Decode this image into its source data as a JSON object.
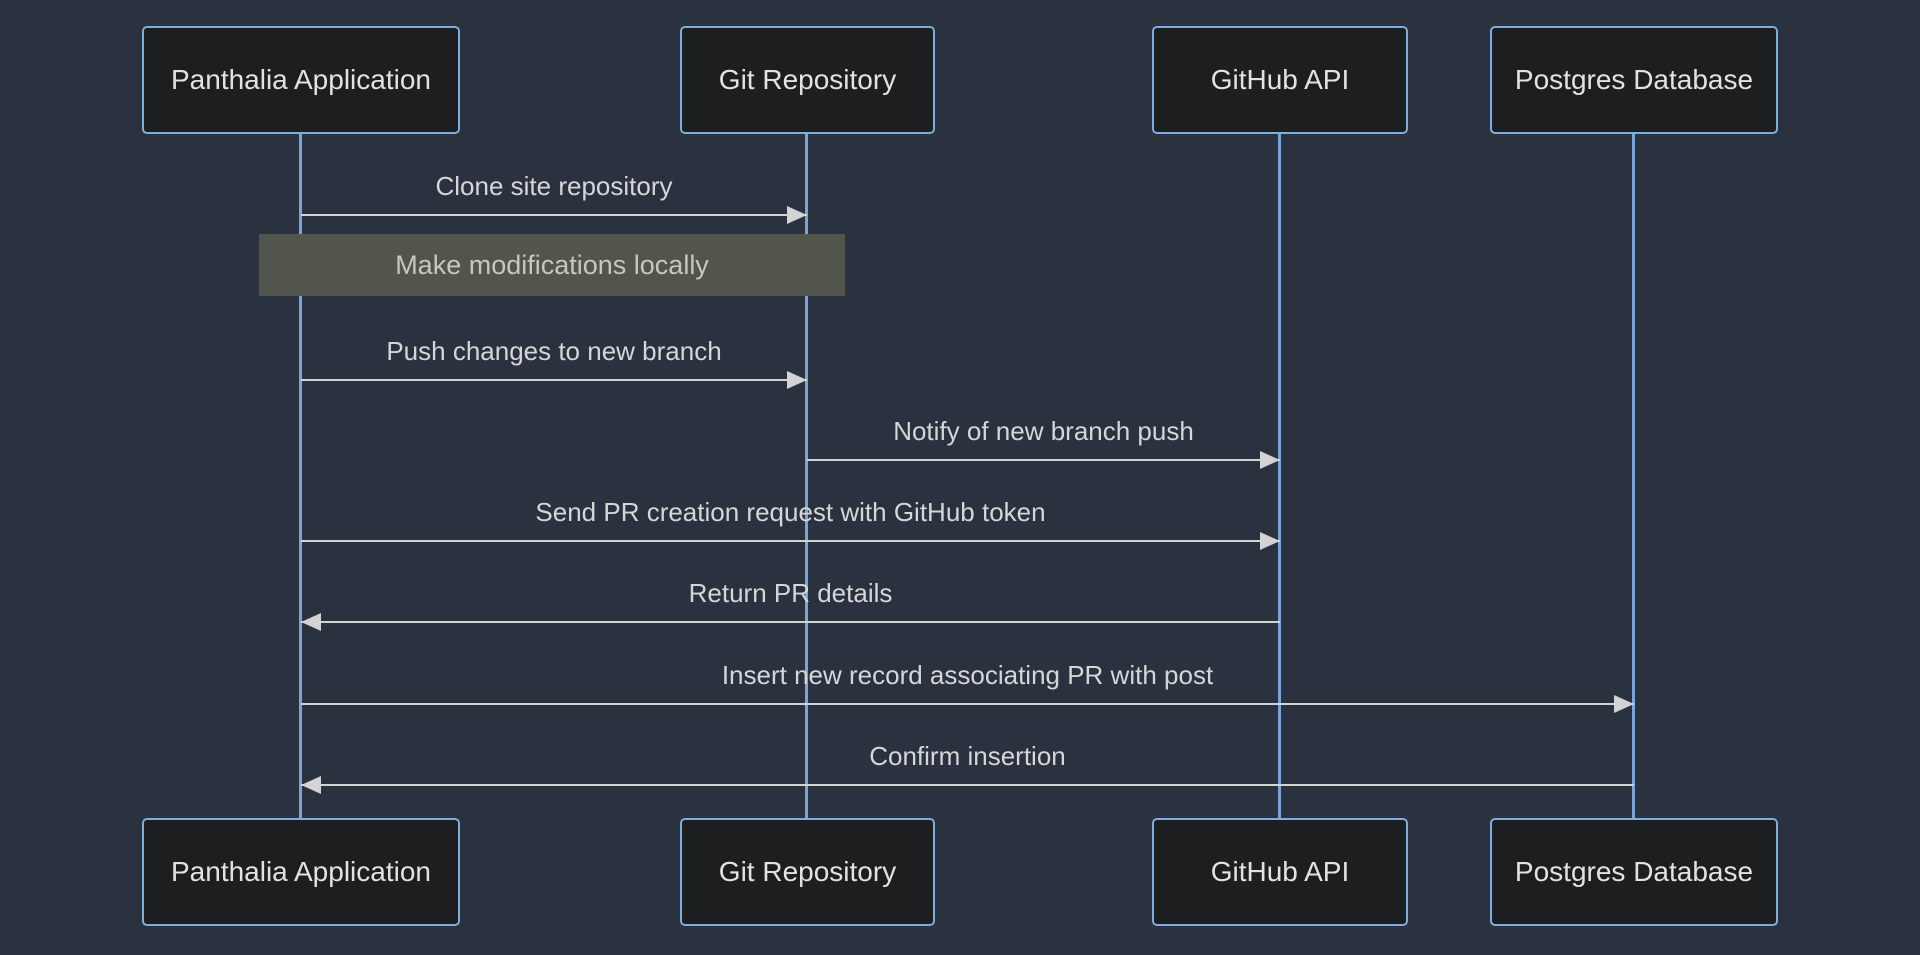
{
  "diagram_type": "sequence",
  "colors": {
    "background": "#2a313f",
    "actor_fill": "#1d1e20",
    "actor_border": "#7daee0",
    "actor_text": "#e2e2e2",
    "lifeline": "#7aa5d8",
    "signal": "#d3d3d3",
    "signal_text": "#d6d6d6",
    "note_fill": "#51554b",
    "note_text": "#c5c8c1"
  },
  "actors": [
    {
      "label": "Panthalia Application"
    },
    {
      "label": "Git Repository"
    },
    {
      "label": "GitHub API"
    },
    {
      "label": "Postgres Database"
    }
  ],
  "messages": [
    {
      "text": "Clone site repository",
      "from": "Panthalia Application",
      "to": "Git Repository",
      "direction": "right"
    },
    {
      "text": "Push changes to new branch",
      "from": "Panthalia Application",
      "to": "Git Repository",
      "direction": "right"
    },
    {
      "text": "Notify of new branch push",
      "from": "Git Repository",
      "to": "GitHub API",
      "direction": "right"
    },
    {
      "text": "Send PR creation request with GitHub token",
      "from": "Panthalia Application",
      "to": "GitHub API",
      "direction": "right"
    },
    {
      "text": "Return PR details",
      "from": "GitHub API",
      "to": "Panthalia Application",
      "direction": "left"
    },
    {
      "text": "Insert new record associating PR with post",
      "from": "Panthalia Application",
      "to": "Postgres Database",
      "direction": "right"
    },
    {
      "text": "Confirm insertion",
      "from": "Postgres Database",
      "to": "Panthalia Application",
      "direction": "left"
    }
  ],
  "note": {
    "text": "Make modifications locally",
    "over": [
      "Panthalia Application",
      "Git Repository"
    ]
  }
}
